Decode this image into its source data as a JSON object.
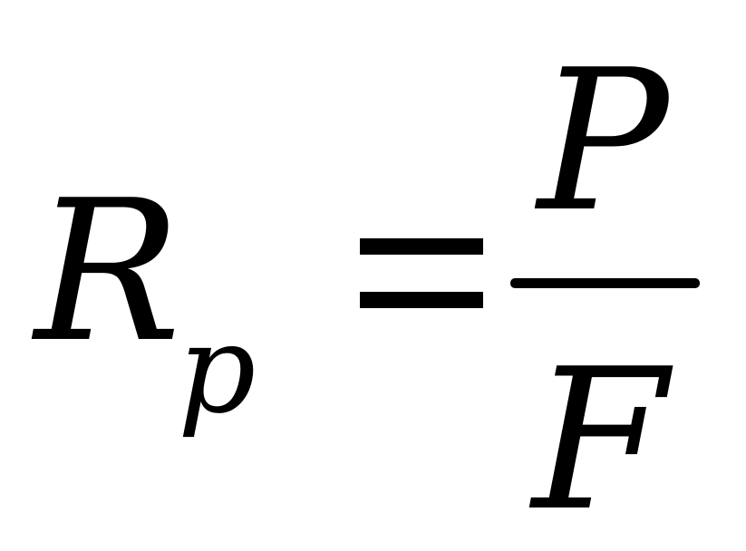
{
  "formula": {
    "lhs": {
      "symbol": "R",
      "subscript": "p"
    },
    "operator": "=",
    "fraction": {
      "numerator": "P",
      "denominator": "F"
    }
  }
}
